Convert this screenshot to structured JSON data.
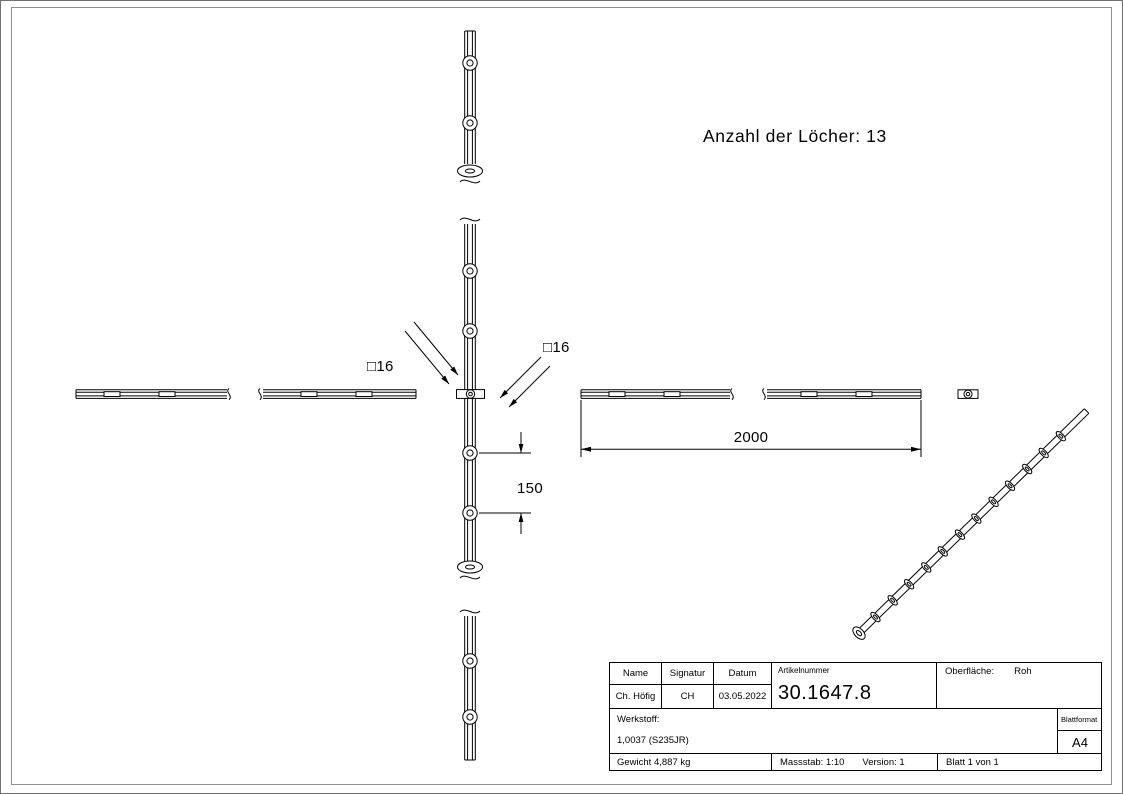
{
  "annotation": "Anzahl der Löcher: 13",
  "dimensions": {
    "square_left": "□16",
    "square_right": "□16",
    "length_2000": "2000",
    "hole_spacing_150": "150"
  },
  "title_block": {
    "col_name_header": "Name",
    "col_signature_header": "Signatur",
    "col_date_header": "Datum",
    "name": "Ch. Höfig",
    "signature": "CH",
    "date": "03.05.2022",
    "article_label": "Artikelnummer",
    "article_number": "30.1647.8",
    "surface_label": "Oberfläche:",
    "surface_value": "Roh",
    "material_label": "Werkstoff:",
    "material_value": "1,0037 (S235JR)",
    "weight": "Gewicht 4,887 kg",
    "scale": "Massstab: 1:10",
    "version": "Version: 1",
    "sheet": "Blatt 1 von 1",
    "format_label": "Blattformat",
    "format_value": "A4"
  }
}
